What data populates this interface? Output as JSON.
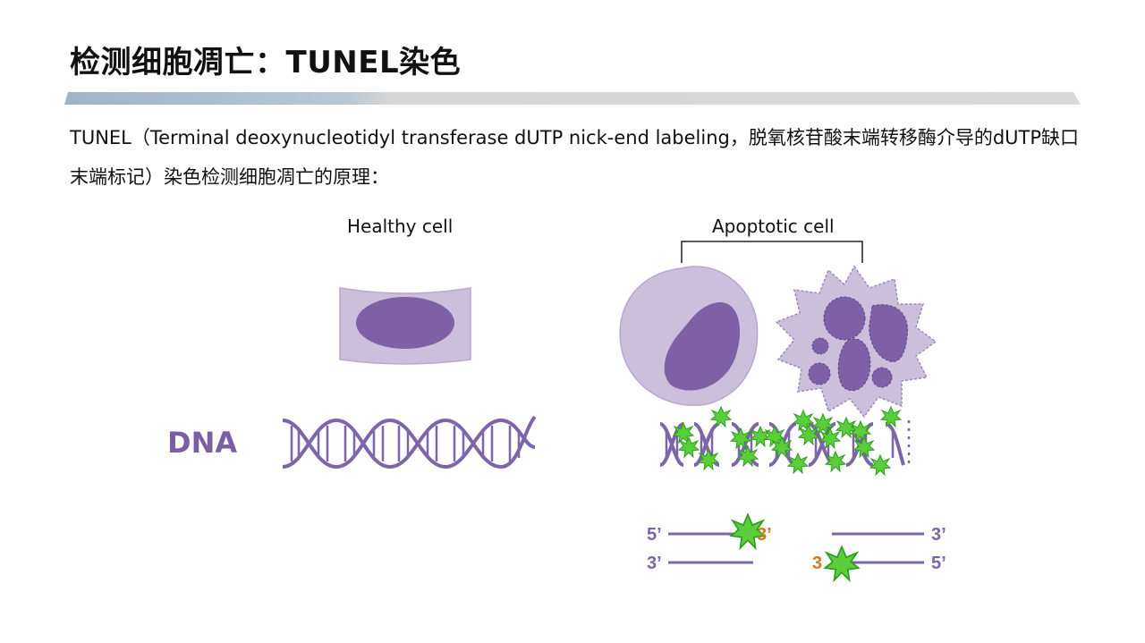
{
  "header": {
    "title": "检测细胞凋亡：TUNEL染色"
  },
  "intro": {
    "text": "TUNEL（Terminal deoxynucleotidyl transferase dUTP nick-end labeling，脱氧核苷酸末端转移酶介导的dUTP缺口末端标记）染色检测细胞凋亡的原理："
  },
  "figure": {
    "healthy_label": "Healthy cell",
    "apoptotic_label": "Apoptotic cell",
    "dna_label": "DNA",
    "strand_ends": {
      "left_top_5": "5’",
      "left_top_3": "3’",
      "left_bottom_3": "3’",
      "right_top_3": "3’",
      "right_bottom_3": "3",
      "right_bottom_5": "5’"
    }
  },
  "colors": {
    "cell_fill": "#cbbfdc",
    "cell_stroke": "#b7a8cf",
    "nucleus": "#7e60a6",
    "dna": "#7e64a8",
    "label_marker": "#5bcf3a",
    "end_orange": "#d4781a"
  }
}
